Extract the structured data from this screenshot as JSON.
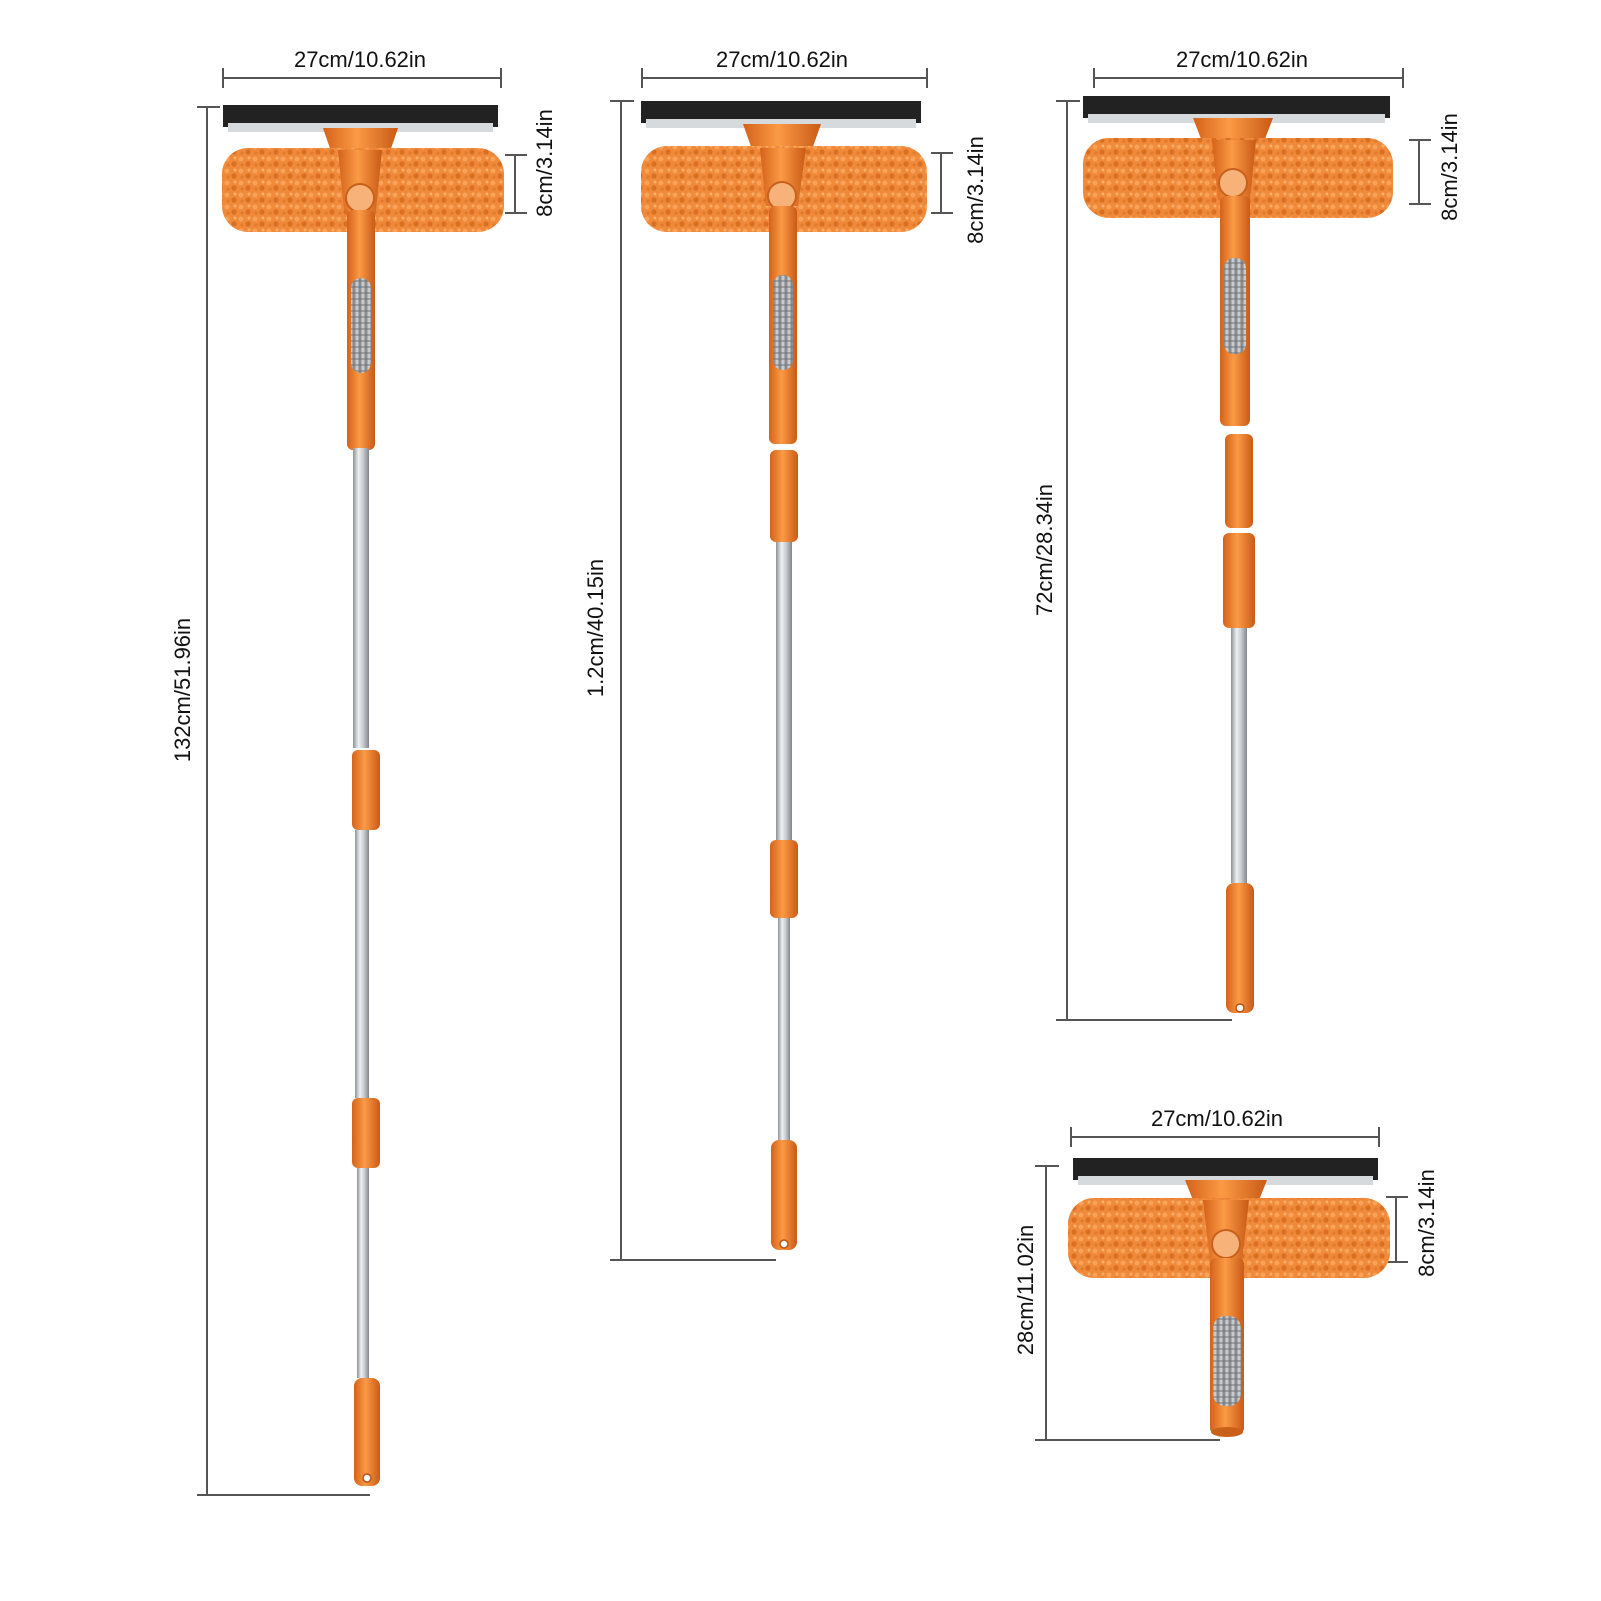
{
  "colors": {
    "background": "#ffffff",
    "orange": "#f07f26",
    "orange_dark": "#c9601a",
    "pad": "#f08a3a",
    "steel": "#c9cdd1",
    "rubber": "#222222",
    "guide": "#555555",
    "grip_grey": "#a5a9ad"
  },
  "products": [
    {
      "width_label": "27cm/10.62in",
      "pad_label": "8cm/3.14in",
      "length_label": "132cm/51.96in",
      "pole_sections": 4
    },
    {
      "width_label": "27cm/10.62in",
      "pad_label": "8cm/3.14in",
      "length_label": "1.2cm/40.15in",
      "pole_sections": 3
    },
    {
      "width_label": "27cm/10.62in",
      "pad_label": "8cm/3.14in",
      "length_label": "72cm/28.34in",
      "pole_sections": 2
    },
    {
      "width_label": "27cm/10.62in",
      "pad_label": "8cm/3.14in",
      "length_label": "28cm/11.02in",
      "pole_sections": 0
    }
  ]
}
